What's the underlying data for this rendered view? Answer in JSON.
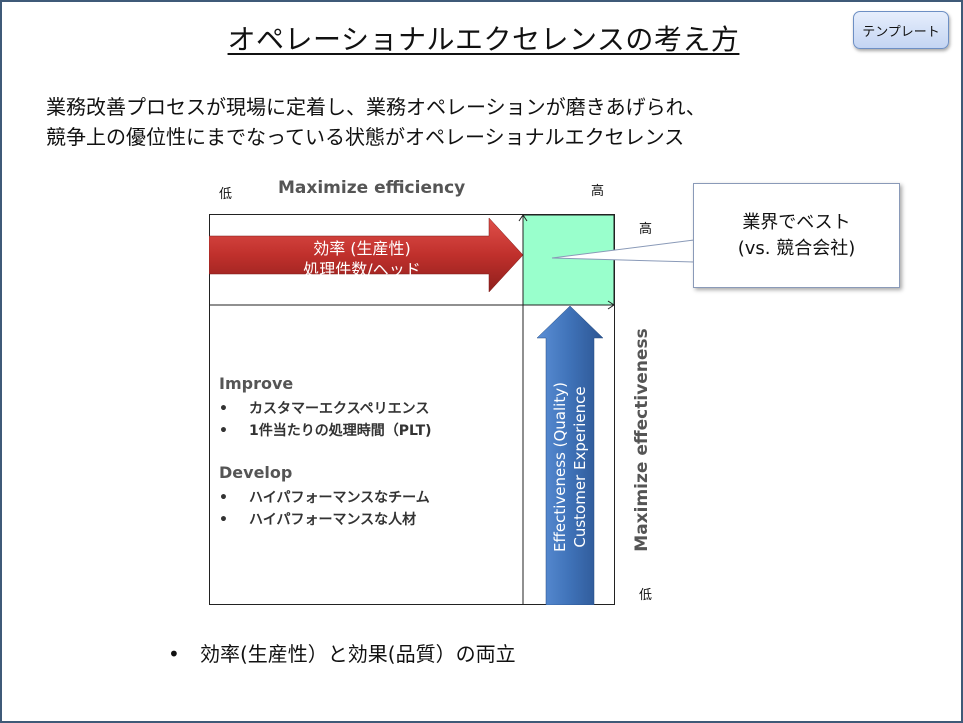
{
  "title": "オペレーショナルエクセレンスの考え方",
  "template_button": "テンプレート",
  "intro": [
    "業務改善プロセスが現場に定着し、業務オペレーションが磨きあげられ、",
    "競争上の優位性にまでなっている状態がオペレーショナルエクセレンス"
  ],
  "diagram": {
    "top_axis": {
      "low": "低",
      "label": "Maximize efficiency",
      "high": "高"
    },
    "right_axis": {
      "high": "高",
      "label": "Maximize effectiveness",
      "low": "低"
    },
    "red_arrow": {
      "line1": "効率 (生産性)",
      "line2": "処理件数/ヘッド",
      "color": "#c0302c"
    },
    "blue_arrow": {
      "line1": "Effectiveness (Quality)",
      "line2": "Customer Experience",
      "color": "#3f72b8"
    },
    "target_cell_color": "#99ffcc",
    "callout": {
      "line1": "業界でベスト",
      "line2": "(vs. 競合会社)"
    },
    "sections": [
      {
        "heading": "Improve",
        "items": [
          "カスタマーエクスペリエンス",
          "1件当たりの処理時間（PLT)"
        ]
      },
      {
        "heading": "Develop",
        "items": [
          "ハイパフォーマンスなチーム",
          "ハイパフォーマンスな人材"
        ]
      }
    ]
  },
  "bottom_bullet": "効率(生産性）と効果(品質）の両立"
}
